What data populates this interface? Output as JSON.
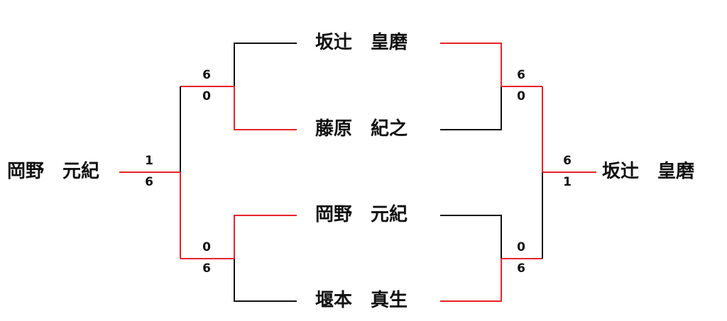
{
  "colors": {
    "win": "#e8232a",
    "line": "#111111"
  },
  "players": {
    "p1": "坂辻　皇磨",
    "p2": "藤原　紀之",
    "p3": "岡野　元紀",
    "p4": "堰本　真生"
  },
  "left": {
    "semi_top": {
      "upper": "6",
      "lower": "0"
    },
    "semi_bottom": {
      "upper": "0",
      "lower": "6"
    },
    "final": {
      "upper": "1",
      "lower": "6"
    },
    "winner": "岡野　元紀"
  },
  "right": {
    "semi_top": {
      "upper": "6",
      "lower": "0"
    },
    "semi_bottom": {
      "upper": "0",
      "lower": "6"
    },
    "final": {
      "upper": "6",
      "lower": "1"
    },
    "winner": "坂辻　皇磨"
  }
}
